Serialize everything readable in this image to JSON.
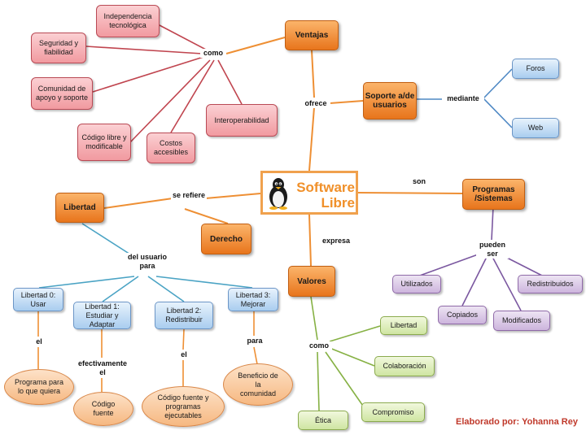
{
  "central": {
    "line1": "Software",
    "line2": "Libre"
  },
  "ventajas": {
    "title": "Ventajas",
    "link": "como",
    "items": [
      "Independencia tecnológica",
      "Seguridad y fiabilidad",
      "Comunidad de apoyo y soporte",
      "Código libre y modificable",
      "Costos accesibles",
      "Interoperabilidad"
    ]
  },
  "soporte": {
    "title": "Soporte a/de usuarios",
    "link_ofrece": "ofrece",
    "link_mediante": "mediante",
    "items": [
      "Foros",
      "Web"
    ]
  },
  "programas": {
    "title": "Programas /Sistemas",
    "link_son": "son",
    "link_pueden": "pueden ser",
    "items": [
      "Utilizados",
      "Redistribuidos",
      "Copiados",
      "Modificados"
    ]
  },
  "valores": {
    "title": "Valores",
    "link_expresa": "expresa",
    "link_como": "como",
    "items": [
      "Libertad",
      "Colaboración",
      "Compromiso",
      "Ética"
    ]
  },
  "libertad": {
    "title": "Libertad",
    "link_refiere": "se refiere",
    "derecho": "Derecho",
    "link_del": "del usuario para",
    "levels": [
      "Libertad 0: Usar",
      "Libertad 1: Estudiar y Adaptar",
      "Libertad 2: Redistribuir",
      "Libertad 3: Mejorar"
    ],
    "connectors": [
      "el",
      "efectivamente el",
      "el",
      "para"
    ],
    "results": [
      "Programa para lo que quiera",
      "Código fuente",
      "Código fuente y programas ejecutables",
      "Beneficio de la comunidad"
    ]
  },
  "credit": "Elaborado por: Yohanna Rey",
  "colors": {
    "orange_line": "#ee8f34",
    "pink_line": "#c0454f",
    "blue_line": "#4e88c4",
    "purple_line": "#7b58a0",
    "green_line": "#86b144",
    "teal_line": "#4aa3c4"
  }
}
